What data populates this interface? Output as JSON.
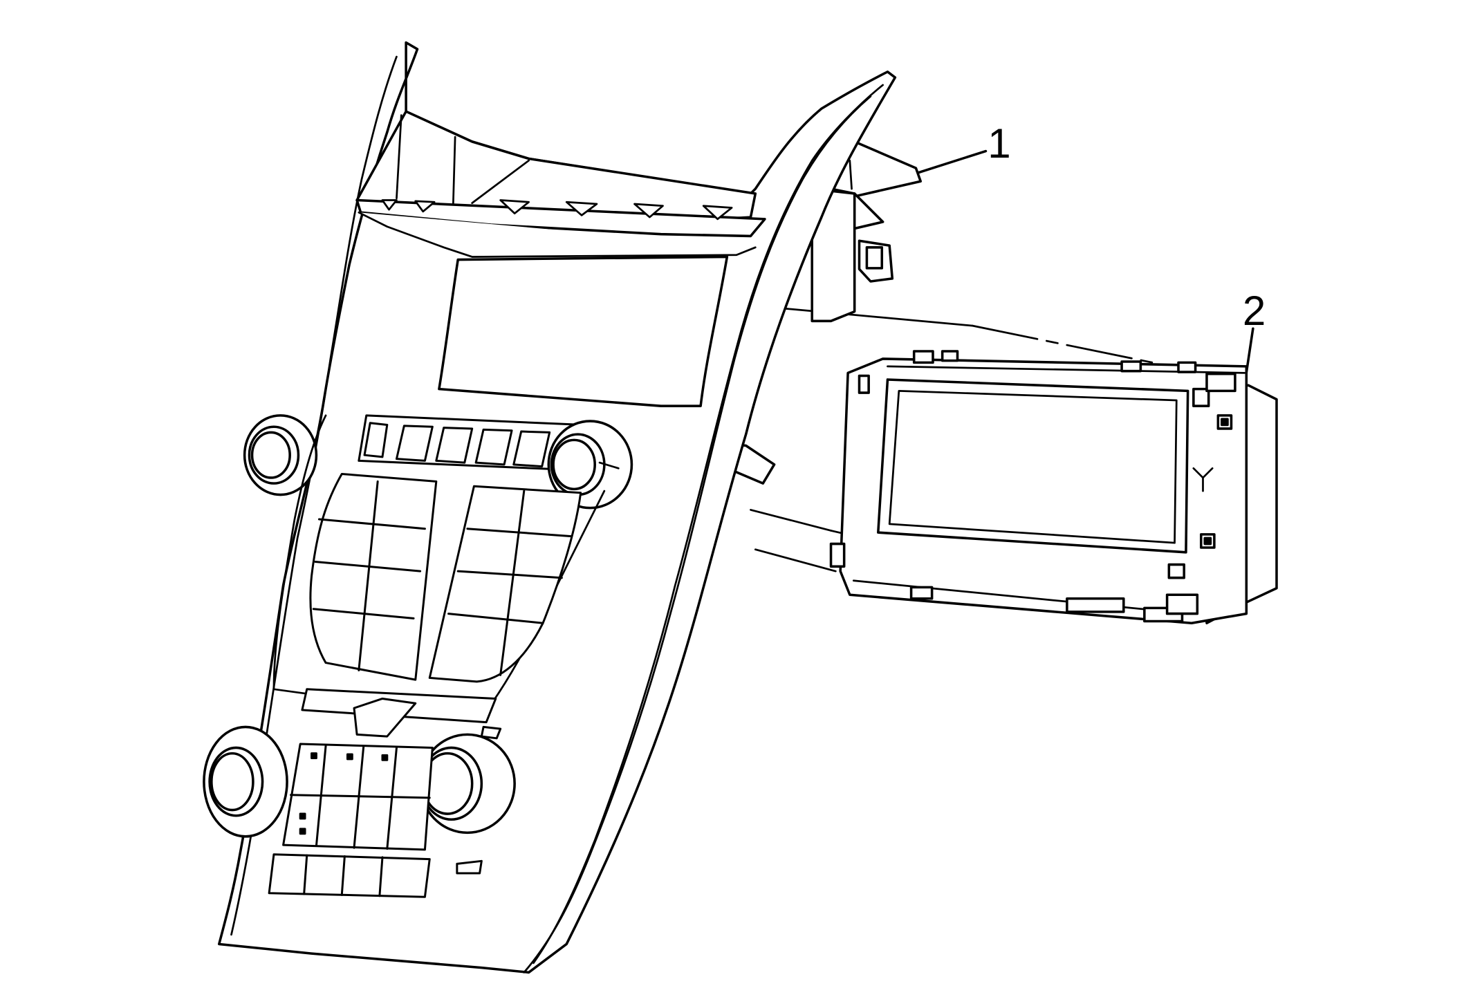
{
  "callouts": [
    {
      "id": "1",
      "label": "1"
    },
    {
      "id": "2",
      "label": "2"
    }
  ],
  "colors": {
    "line": "#000000",
    "fill": "#ffffff",
    "background": "#ffffff"
  }
}
